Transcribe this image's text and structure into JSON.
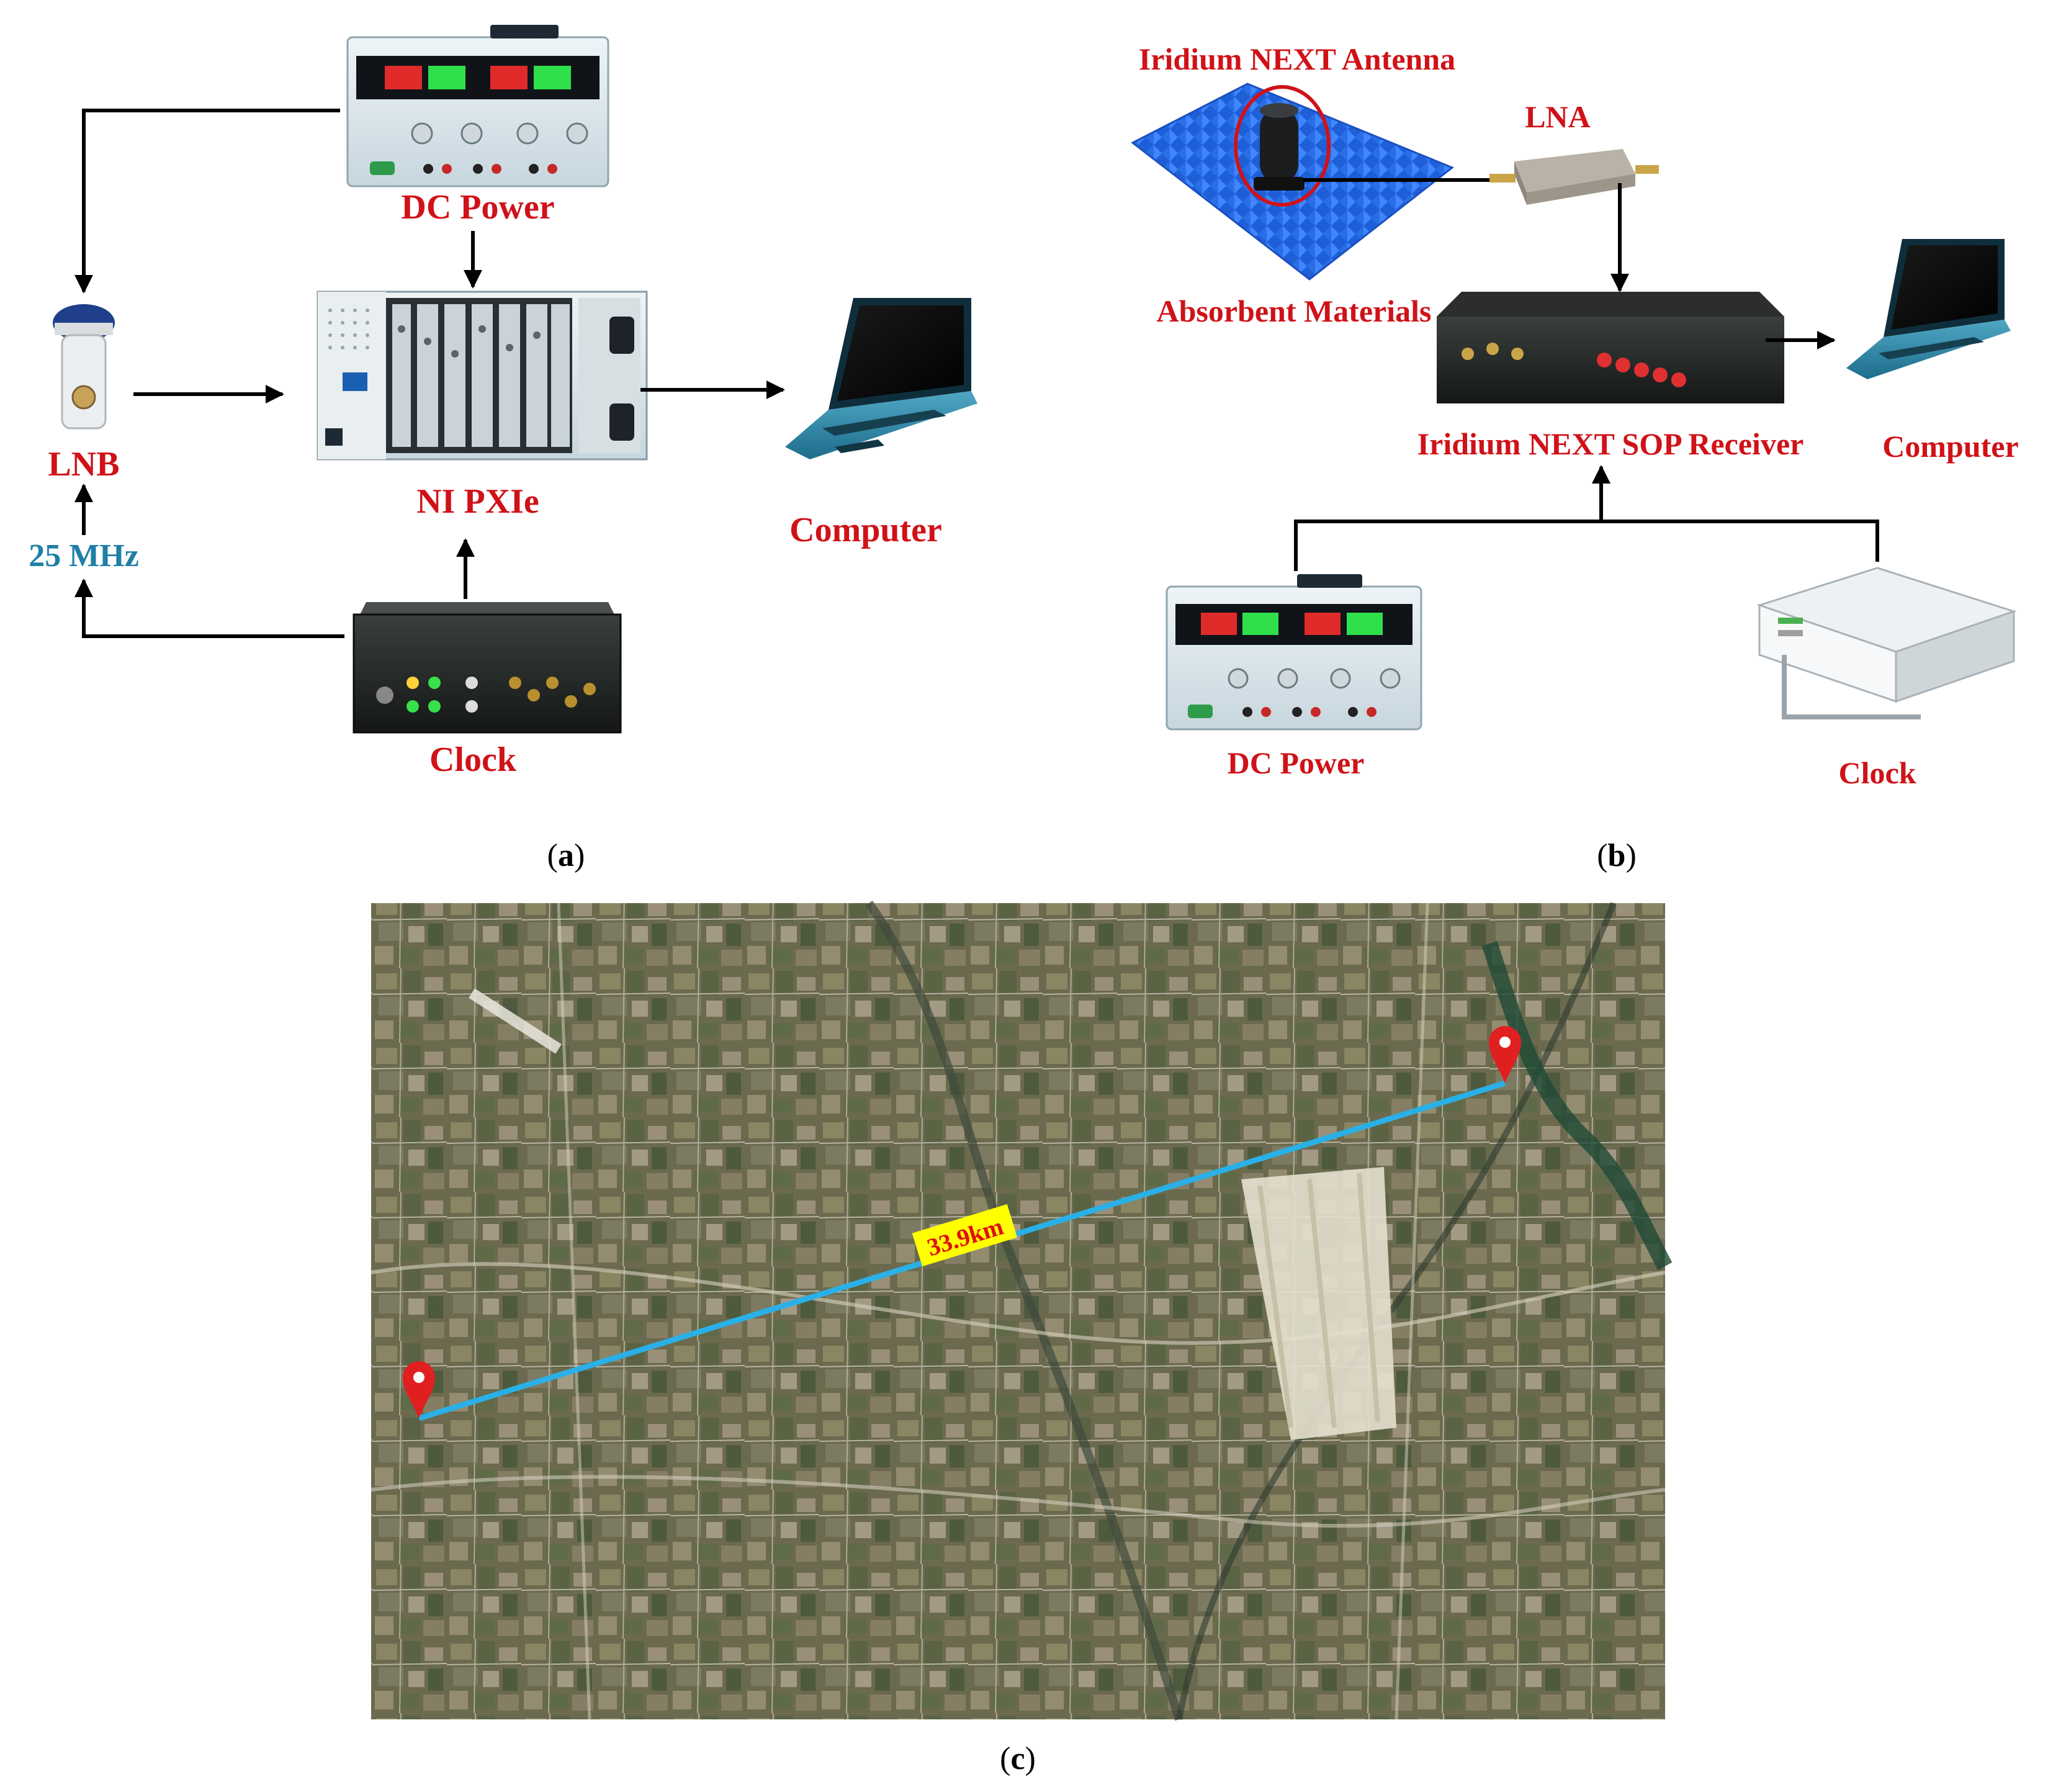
{
  "colors": {
    "label_red": "#d01218",
    "label_teal": "#1f7fa6",
    "route_line": "#2ab0e6",
    "distance_badge_bg": "#ffff00",
    "distance_badge_text": "#e01010",
    "marker_red": "#e02020",
    "absorber_blue": "#2f6fe6"
  },
  "panel_a": {
    "dc_power": "DC Power",
    "ni_pxie": "NI PXIe",
    "lnb": "LNB",
    "ref_freq": "25 MHz",
    "clock": "Clock",
    "computer": "Computer",
    "caption_letter": "a"
  },
  "panel_b": {
    "antenna": "Iridium NEXT Antenna",
    "lna": "LNA",
    "absorbent": "Absorbent Materials",
    "receiver": "Iridium NEXT SOP Receiver",
    "computer": "Computer",
    "dc_power": "DC Power",
    "clock": "Clock",
    "caption_letter": "b"
  },
  "panel_c": {
    "distance": "33.9km",
    "caption_letter": "c"
  },
  "icons": [
    "power-supply-icon",
    "pxie-chassis-icon",
    "lnb-icon",
    "clock-unit-icon",
    "laptop-icon",
    "antenna-icon",
    "lna-icon",
    "receiver-box-icon",
    "map-marker-icon"
  ]
}
